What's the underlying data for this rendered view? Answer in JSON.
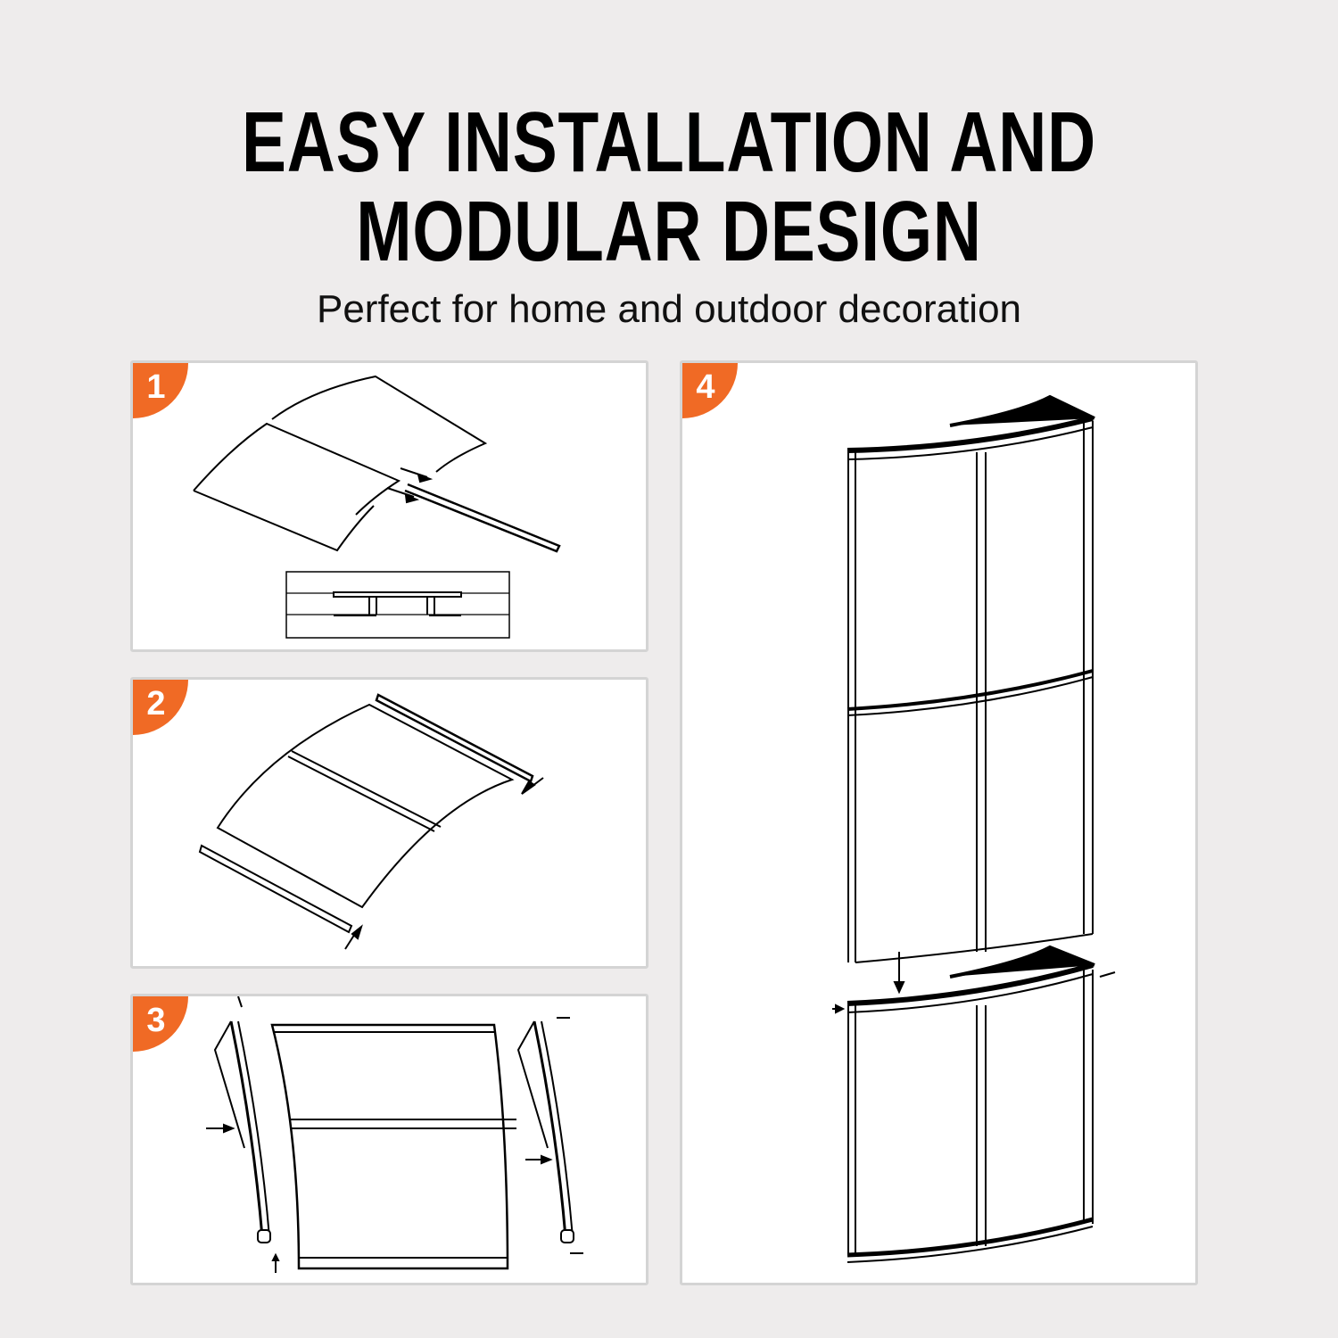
{
  "header": {
    "title_line1": "EASY INSTALLATION AND",
    "title_line2": "MODULAR DESIGN",
    "subtitle": "Perfect for home and outdoor decoration"
  },
  "colors": {
    "background": "#eeecec",
    "badge": "#f06a25",
    "panel": "#ffffff",
    "panel_border": "#d4d4d4"
  },
  "steps": [
    {
      "number": "1",
      "description_icon": "panel-joining-with-h-connector-diagram"
    },
    {
      "number": "2",
      "description_icon": "side-rails-attachment-diagram"
    },
    {
      "number": "3",
      "description_icon": "bracket-attachment-diagram"
    },
    {
      "number": "4",
      "description_icon": "modular-stacking-diagram"
    }
  ]
}
